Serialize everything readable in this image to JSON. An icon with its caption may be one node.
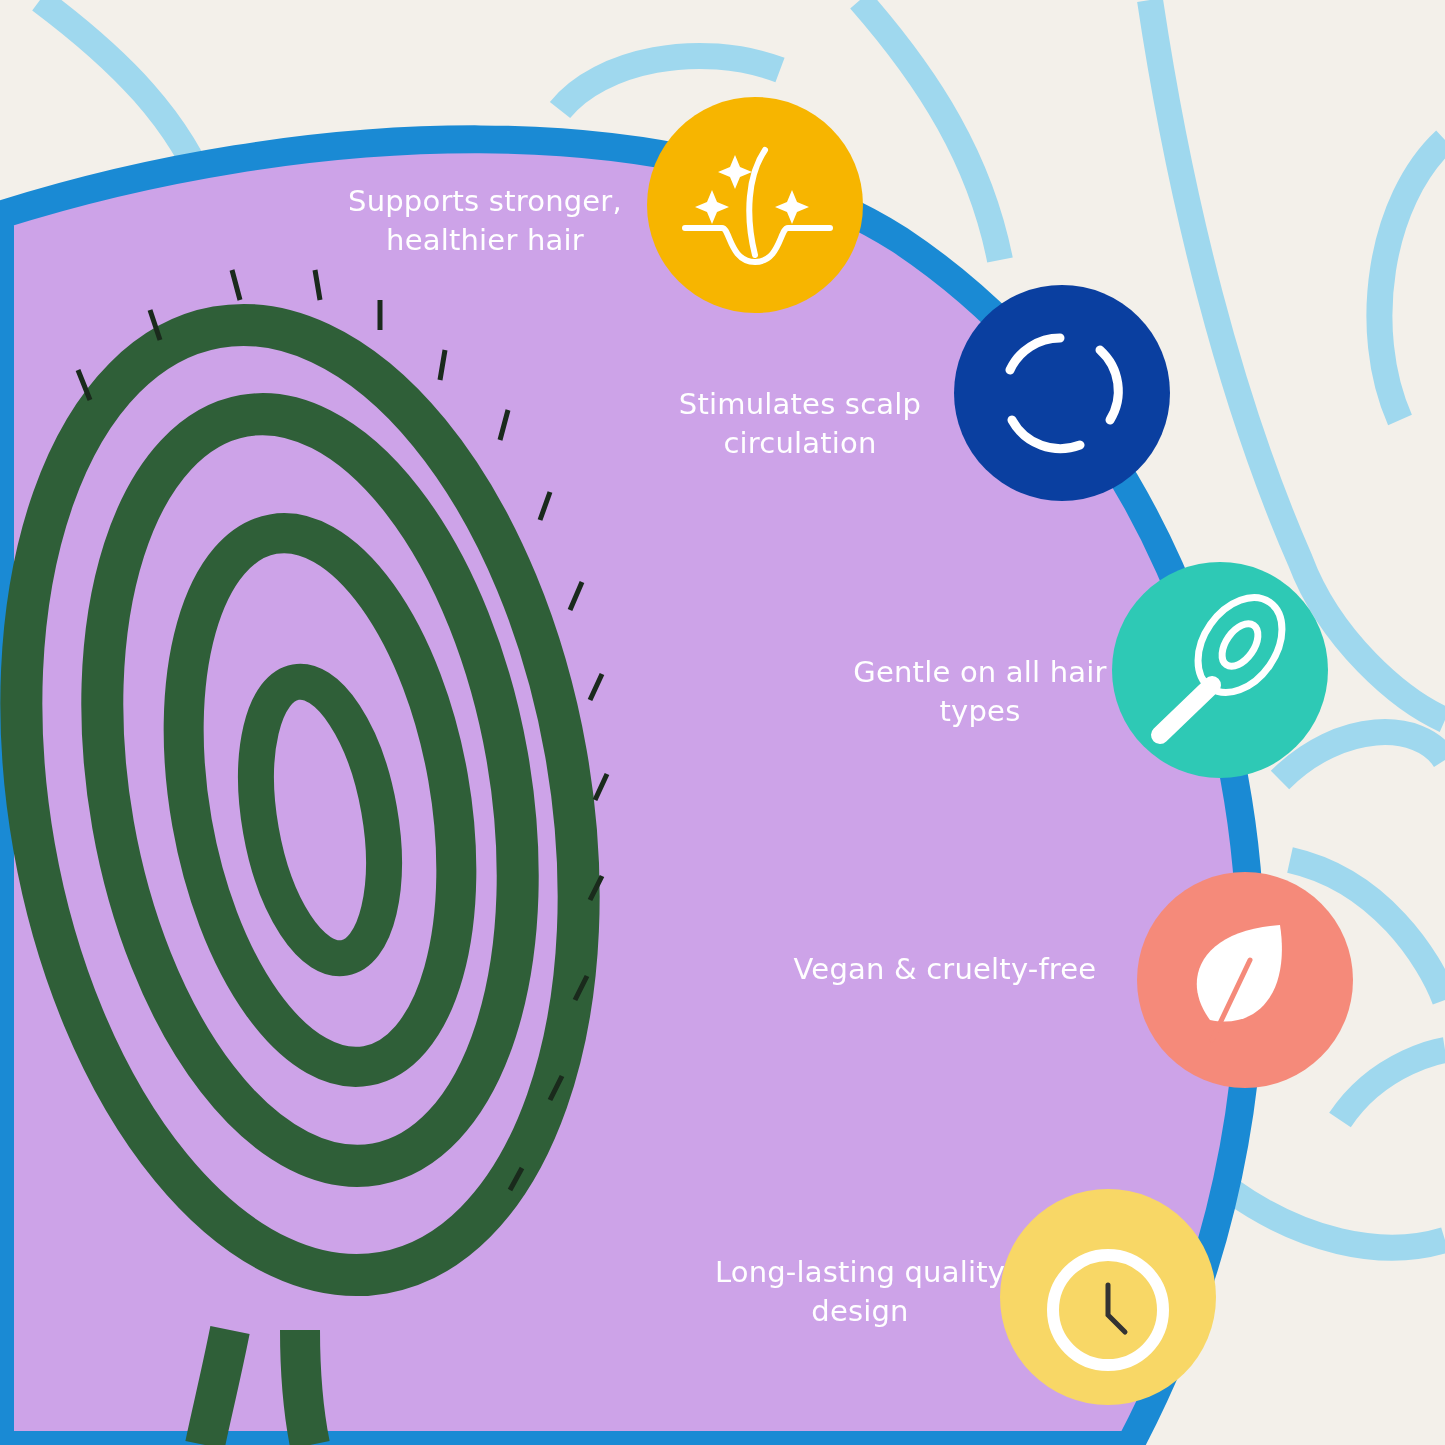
{
  "diagram": {
    "labels": [
      "Supports stronger, healthier hair",
      "Stimulates scalp circulation",
      "Gentle on all hair types",
      "Vegan & cruelty-free",
      "Long-lasting quality design"
    ]
  }
}
